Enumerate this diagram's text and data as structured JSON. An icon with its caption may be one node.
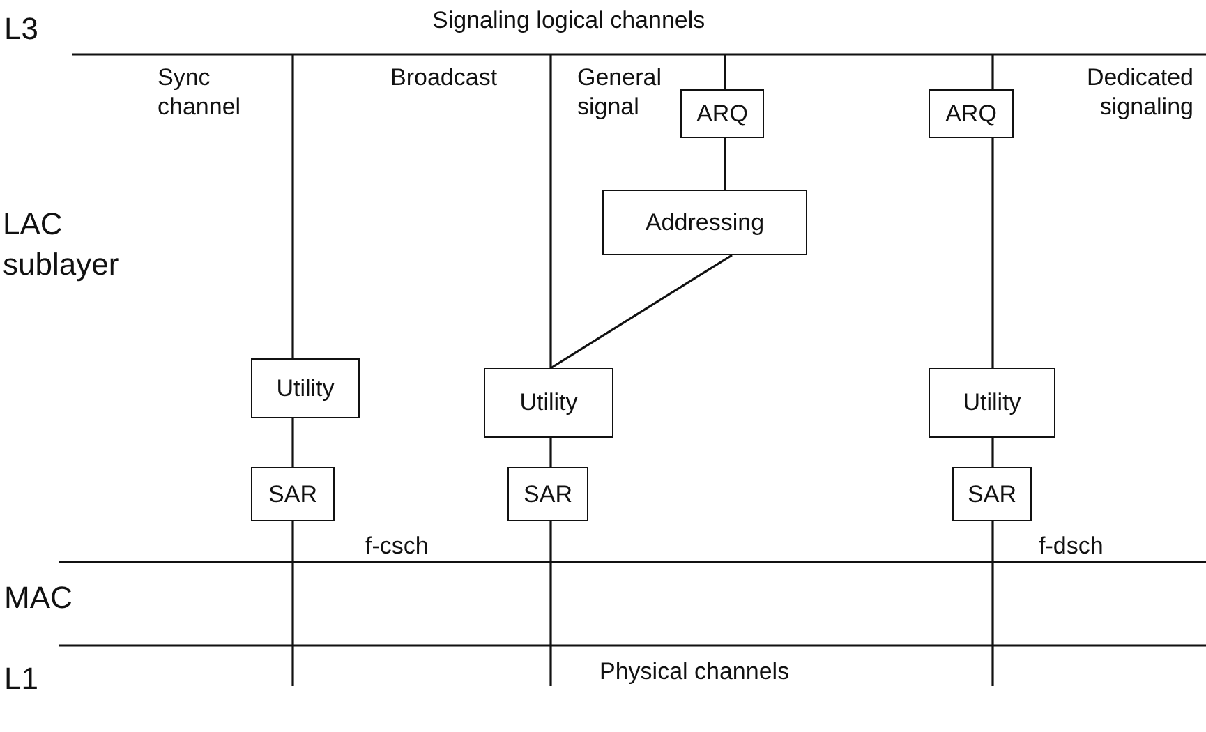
{
  "diagram": {
    "nodes": [
      {
        "text": [
          "ARQ"
        ]
      },
      {
        "text": [
          "ARQ"
        ]
      },
      {
        "text": [
          "Addressing"
        ]
      },
      {
        "text": [
          "Utility"
        ]
      },
      {
        "text": [
          "Utility"
        ]
      },
      {
        "text": [
          "Utility"
        ]
      },
      {
        "text": [
          "SAR"
        ]
      },
      {
        "text": [
          "SAR"
        ]
      },
      {
        "text": [
          "SAR"
        ]
      }
    ],
    "edges": [
      {
        "from": null,
        "to": 0,
        "arrow": "none"
      },
      {
        "from": 0,
        "to": 2,
        "arrow": "none"
      },
      {
        "from": 2,
        "to": 4,
        "arrow": "none"
      },
      {
        "from": null,
        "to": 1,
        "arrow": "none"
      },
      {
        "from": 1,
        "to": 5,
        "arrow": "none"
      },
      {
        "from": null,
        "to": 3,
        "arrow": "none"
      },
      {
        "from": 3,
        "to": 6,
        "arrow": "none"
      },
      {
        "from": null,
        "to": 4,
        "arrow": "none"
      },
      {
        "from": 4,
        "to": 7,
        "arrow": "none"
      },
      {
        "from": 5,
        "to": 8,
        "arrow": "none"
      },
      {
        "from": 6,
        "to": null,
        "arrow": "none"
      },
      {
        "from": 7,
        "to": null,
        "arrow": "none"
      },
      {
        "from": 8,
        "to": null,
        "arrow": "none"
      }
    ],
    "labels": [
      "L3",
      "Signaling logical channels",
      "Sync channel",
      "Broadcast",
      "General signal",
      "Dedicated signaling",
      "LAC sublayer",
      "f-csch",
      "f-dsch",
      "MAC",
      "L1",
      "Physical channels"
    ]
  }
}
